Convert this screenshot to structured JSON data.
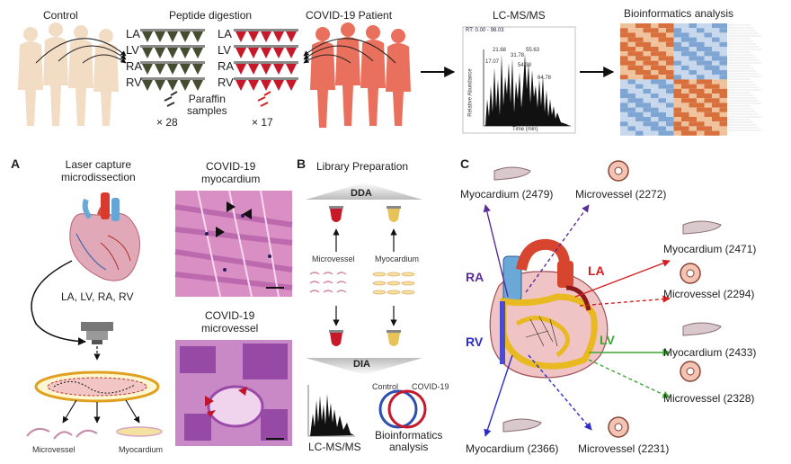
{
  "top": {
    "control": "Control",
    "peptide_digestion": "Peptide digestion",
    "covid_patient": "COVID-19 Patient",
    "lcms": "LC-MS/MS",
    "bioinformatics": "Bioinformatics analysis",
    "chambers": [
      "LA",
      "LV",
      "RA",
      "RV"
    ],
    "paraffin": "Paraffin\nsamples",
    "count_control": "28",
    "count_covid": "17",
    "times": "×",
    "ms_axis_x": "Time (min)",
    "ms_axis_y": "Relative Abundance",
    "ms_peaks": [
      "21.68",
      "31.78",
      "55.63",
      "54.38",
      "64.78",
      "17.07"
    ],
    "ms_header": "RT: 0.00 - 98.03"
  },
  "panel_a": {
    "letter": "A",
    "lcm_title": "Laser capture\nmicrodissection",
    "chambers": "LA, LV, RA, RV",
    "covid_myocardium": "COVID-19\nmyocardium",
    "covid_microvessel": "COVID-19\nmicrovessel",
    "microvessel": "Microvessel",
    "myocardium": "Myocardium"
  },
  "panel_b": {
    "letter": "B",
    "library_prep": "Library Preparation",
    "dda": "DDA",
    "dia": "DIA",
    "microvessel": "Microvessel",
    "myocardium": "Myocardium",
    "lcms": "LC-MS/MS",
    "bioinformatics": "Bioinformatics\nanalysis",
    "control": "Control",
    "covid": "COVID-19"
  },
  "panel_c": {
    "letter": "C",
    "ra": "RA",
    "rv": "RV",
    "la": "LA",
    "lv": "LV",
    "ra_myocardium": "Myocardium (2479)",
    "ra_microvessel": "Microvessel (2272)",
    "la_myocardium": "Myocardium (2471)",
    "la_microvessel": "Microvessel (2294)",
    "lv_myocardium": "Myocardium (2433)",
    "lv_microvessel": "Microvessel (2328)",
    "rv_myocardium": "Myocardium (2366)",
    "rv_microvessel": "Microvessel (2231)"
  },
  "colors": {
    "ra": "#5b2d99",
    "la": "#d42020",
    "lv": "#3fa535",
    "rv": "#2c2ccc",
    "control_body": "#f3dcc4",
    "covid_body": "#e8705c",
    "tube_dark": "#444d2f",
    "tube_red": "#c8192a"
  }
}
